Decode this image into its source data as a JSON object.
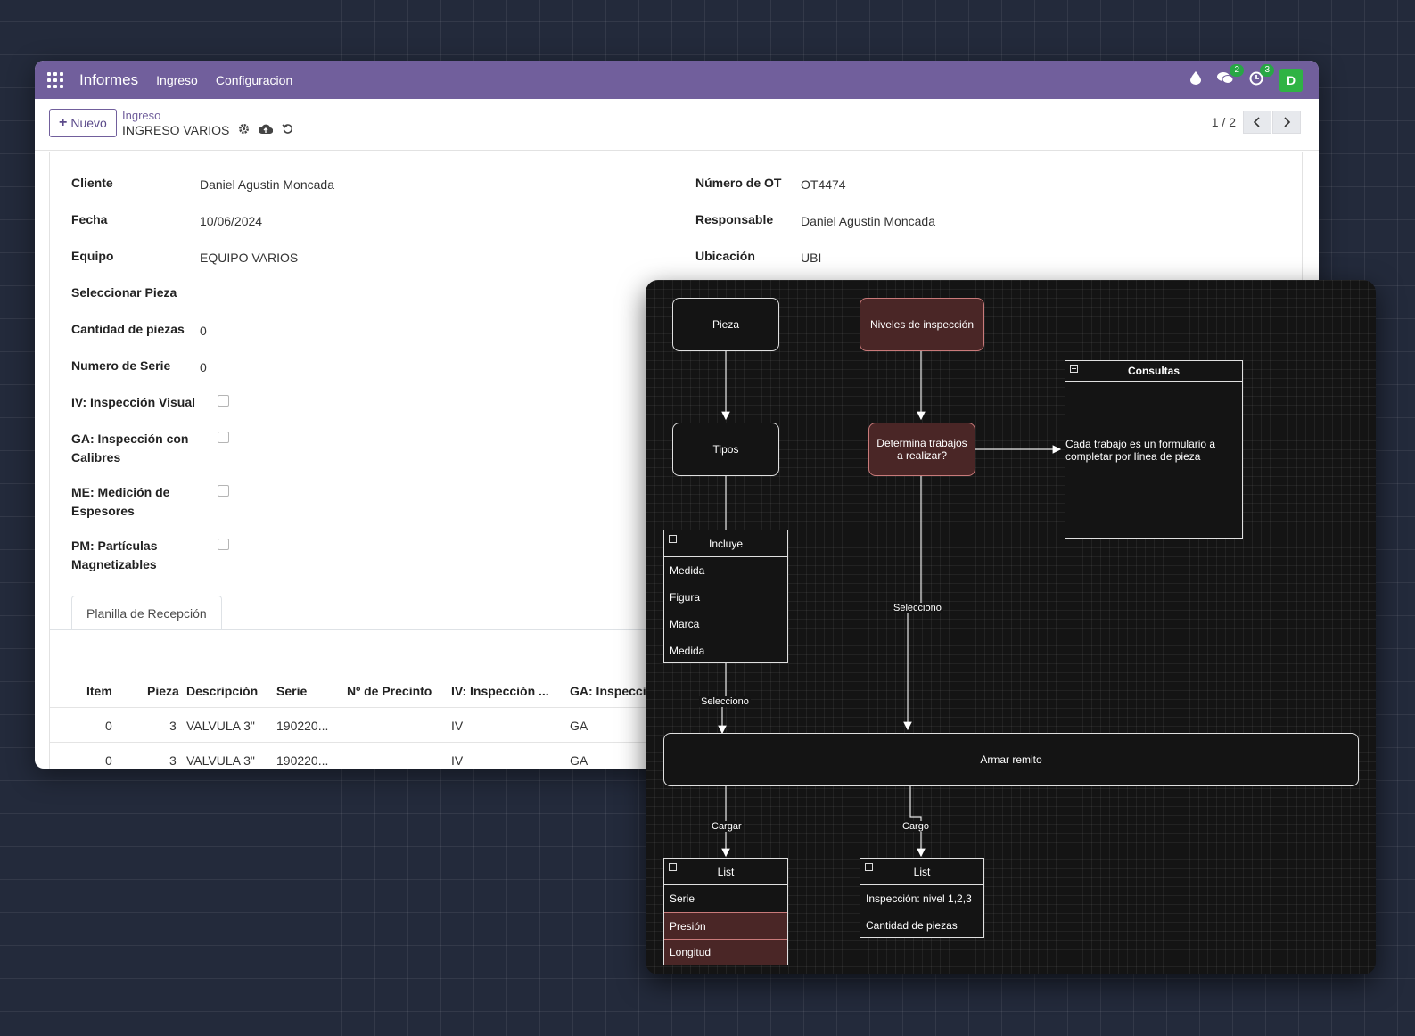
{
  "navbar": {
    "brand": "Informes",
    "menu": [
      "Ingreso",
      "Configuracion"
    ],
    "chat_count": "2",
    "activity_count": "3",
    "avatar_letter": "D"
  },
  "control": {
    "new_label": "Nuevo",
    "breadcrumb_parent": "Ingreso",
    "breadcrumb_current": "INGRESO VARIOS",
    "pager": "1 / 2"
  },
  "form": {
    "cliente_label": "Cliente",
    "cliente_value": "Daniel Agustin Moncada",
    "fecha_label": "Fecha",
    "fecha_value": "10/06/2024",
    "equipo_label": "Equipo",
    "equipo_value": "EQUIPO VARIOS",
    "pieza_label": "Seleccionar Pieza",
    "cantidad_label": "Cantidad de piezas",
    "cantidad_value": "0",
    "serie_label": "Numero de Serie",
    "serie_value": "0",
    "iv_label": "IV: Inspección Visual",
    "ga_label_1": "GA: Inspección con",
    "ga_label_2": "Calibres",
    "me_label_1": "ME: Medición de",
    "me_label_2": "Espesores",
    "pm_label_1": "PM: Partículas",
    "pm_label_2": "Magnetizables",
    "ot_label": "Número de OT",
    "ot_value": "OT4474",
    "resp_label": "Responsable",
    "resp_value": "Daniel Agustin Moncada",
    "ubic_label": "Ubicación",
    "ubic_value": "UBI"
  },
  "tab": {
    "label": "Planilla de Recepción"
  },
  "table": {
    "headers": [
      "Item",
      "Pieza",
      "Descripción",
      "Serie",
      "Nº de Precinto",
      "IV: Inspección ...",
      "GA: Inspecci"
    ],
    "rows": [
      [
        "0",
        "3",
        "VALVULA 3\"",
        "190220...",
        "",
        "IV",
        "GA"
      ],
      [
        "0",
        "3",
        "VALVULA 3\"",
        "190220...",
        "",
        "IV",
        "GA"
      ]
    ]
  },
  "diagram": {
    "pieza": "Pieza",
    "niveles": "Niveles de inspección",
    "tipos": "Tipos",
    "determina": "Determina trabajos a realizar?",
    "consultas_title": "Consultas",
    "consultas_text": "Cada trabajo es un formulario a completar por línea de pieza",
    "incluye_title": "Incluye",
    "incluye_items": [
      "Medida",
      "Figura",
      "Marca",
      "Medida"
    ],
    "edge_selecciono_1": "Selecciono",
    "edge_selecciono_2": "Selecciono",
    "armar": "Armar remito",
    "edge_cargar": "Cargar",
    "edge_cargo": "Cargo",
    "list1_title": "List",
    "list1_items": [
      "Serie",
      "Presión",
      "Longitud"
    ],
    "list2_title": "List",
    "list2_items": [
      "Inspección: nivel 1,2,3",
      "Cantidad de piezas"
    ]
  }
}
